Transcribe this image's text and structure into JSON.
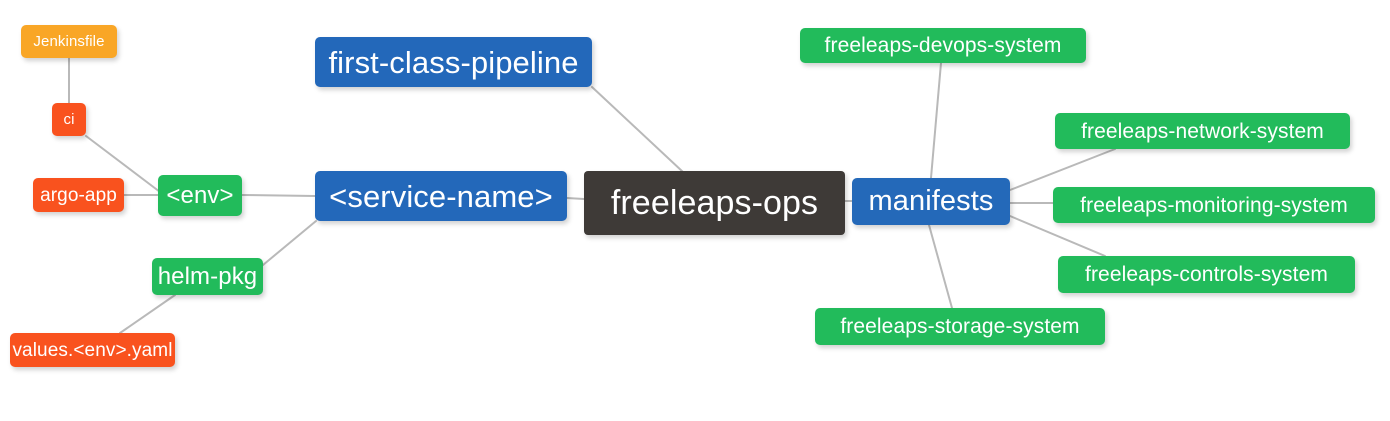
{
  "diagram": {
    "type": "mind-map",
    "title": "freeleaps-ops",
    "background_color": "#ffffff",
    "edge_color": "#b9b9b9",
    "palette": {
      "root_dark": "#3e3a37",
      "blue": "#2469b9",
      "green": "#22bb5b",
      "orange": "#f9a626",
      "red": "#f9521e",
      "text": "#ffffff"
    }
  },
  "nodes": {
    "root": {
      "label": "freeleaps-ops",
      "color": "#3e3a37"
    },
    "service_name": {
      "label": "<service-name>",
      "color": "#2469b9"
    },
    "first_class_pipeline": {
      "label": "first-class-pipeline",
      "color": "#2469b9"
    },
    "env": {
      "label": "<env>",
      "color": "#22bb5b"
    },
    "jenkinsfile": {
      "label": "Jenkinsfile",
      "color": "#f9a626"
    },
    "ci": {
      "label": "ci",
      "color": "#f9521e"
    },
    "argo_app": {
      "label": "argo-app",
      "color": "#f9521e"
    },
    "helm_pkg": {
      "label": "helm-pkg",
      "color": "#22bb5b"
    },
    "values_yaml": {
      "label": "values.<env>.yaml",
      "color": "#f9521e"
    },
    "manifests": {
      "label": "manifests",
      "color": "#2469b9"
    },
    "devops_system": {
      "label": "freeleaps-devops-system",
      "color": "#22bb5b"
    },
    "network_system": {
      "label": "freeleaps-network-system",
      "color": "#22bb5b"
    },
    "monitoring_system": {
      "label": "freeleaps-monitoring-system",
      "color": "#22bb5b"
    },
    "controls_system": {
      "label": "freeleaps-controls-system",
      "color": "#22bb5b"
    },
    "storage_system": {
      "label": "freeleaps-storage-system",
      "color": "#22bb5b"
    }
  },
  "edges": [
    {
      "from": "root",
      "to": "service_name"
    },
    {
      "from": "root",
      "to": "first_class_pipeline"
    },
    {
      "from": "root",
      "to": "manifests"
    },
    {
      "from": "service_name",
      "to": "env"
    },
    {
      "from": "service_name",
      "to": "helm_pkg"
    },
    {
      "from": "env",
      "to": "argo_app"
    },
    {
      "from": "env",
      "to": "ci"
    },
    {
      "from": "ci",
      "to": "jenkinsfile"
    },
    {
      "from": "helm_pkg",
      "to": "values_yaml"
    },
    {
      "from": "manifests",
      "to": "devops_system"
    },
    {
      "from": "manifests",
      "to": "network_system"
    },
    {
      "from": "manifests",
      "to": "monitoring_system"
    },
    {
      "from": "manifests",
      "to": "controls_system"
    },
    {
      "from": "manifests",
      "to": "storage_system"
    }
  ]
}
